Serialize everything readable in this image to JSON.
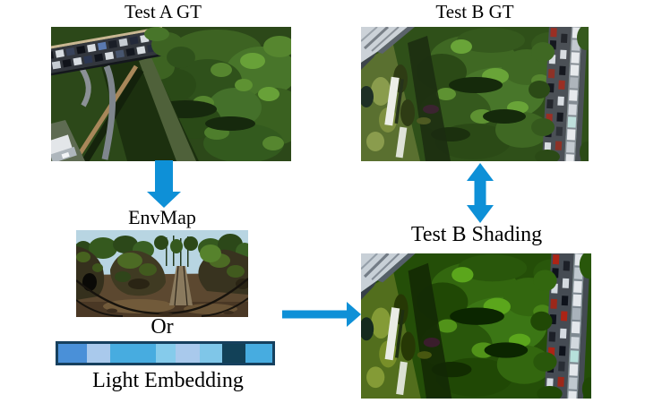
{
  "palette": {
    "arrow_blue": "#0E90D7",
    "bar_border": "#16405E",
    "background": "#FFFFFF"
  },
  "labels": {
    "test_a_gt": "Test A GT",
    "test_b_gt": "Test B GT",
    "envmap": "EnvMap",
    "or": "Or",
    "light_embedding": "Light Embedding",
    "test_b_shading": "Test B Shading"
  },
  "figures": {
    "test_a_gt_image": "aerial ground-truth photo: road bridge with queued cars over a forested park",
    "test_b_gt_image": "aerial ground-truth photo: dense forest with a long white building on a slope and a car-lined road on the right",
    "envmap_image": "equirectangular environment map: railway cutting between rocky outcrops under blue sky",
    "test_b_shading_image": "re-rendered shading result of the Test B aerial scene"
  },
  "light_embedding_bar": {
    "segments": [
      {
        "color": "#4A90D8",
        "width_pct": 13.2
      },
      {
        "color": "#A9C9EC",
        "width_pct": 11.2
      },
      {
        "color": "#47ACE0",
        "width_pct": 21.1
      },
      {
        "color": "#85CBEB",
        "width_pct": 9.5
      },
      {
        "color": "#A9C9EC",
        "width_pct": 11.2
      },
      {
        "color": "#7FC6E8",
        "width_pct": 10.3
      },
      {
        "color": "#124158",
        "width_pct": 11.2
      },
      {
        "color": "#47ACE0",
        "width_pct": 12.4
      }
    ]
  }
}
